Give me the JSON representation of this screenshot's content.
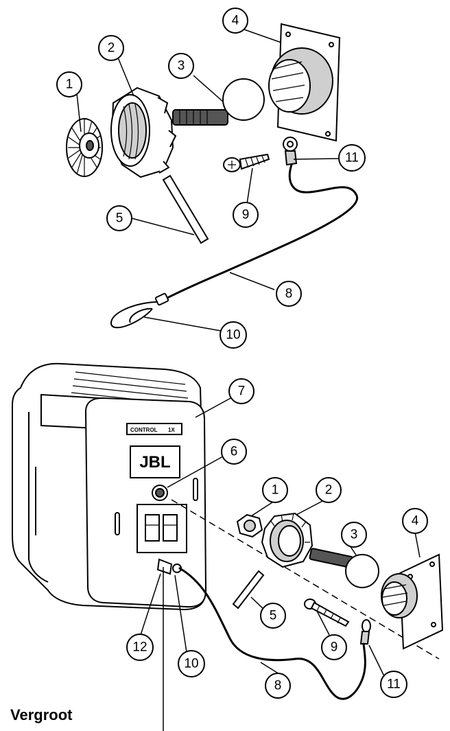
{
  "top_callouts": [
    "1",
    "2",
    "3",
    "4",
    "5",
    "8",
    "9",
    "10",
    "11"
  ],
  "bottom_callouts": [
    "1",
    "2",
    "3",
    "4",
    "5",
    "6",
    "7",
    "8",
    "9",
    "10",
    "11",
    "12"
  ],
  "speaker": {
    "panel_label": "CONTROL",
    "panel_model": "1X",
    "logo": "JBL"
  },
  "zoom_label": "Vergroot"
}
